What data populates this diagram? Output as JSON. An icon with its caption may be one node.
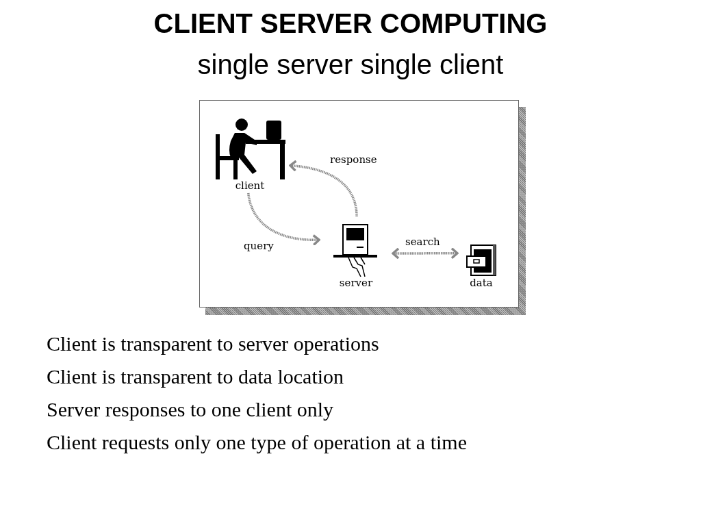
{
  "diagram": {
    "title": "CLIENT SERVER COMPUTING",
    "caption": "single server single client",
    "nodes": [
      {
        "text": [
          "client"
        ]
      },
      {
        "text": [
          "server"
        ]
      },
      {
        "text": [
          "data"
        ]
      }
    ],
    "edges": [
      {
        "from": 0,
        "to": 1,
        "arrow": "to",
        "label": "query"
      },
      {
        "from": 1,
        "to": 0,
        "arrow": "to",
        "label": "response"
      },
      {
        "from": 1,
        "to": 2,
        "arrow": "both",
        "label": "search"
      }
    ],
    "labels": [
      "Client is transparent to server operations",
      "Client is transparent to data location",
      "Server responses to one client only",
      "Client requests only one type of operation at a time"
    ]
  }
}
